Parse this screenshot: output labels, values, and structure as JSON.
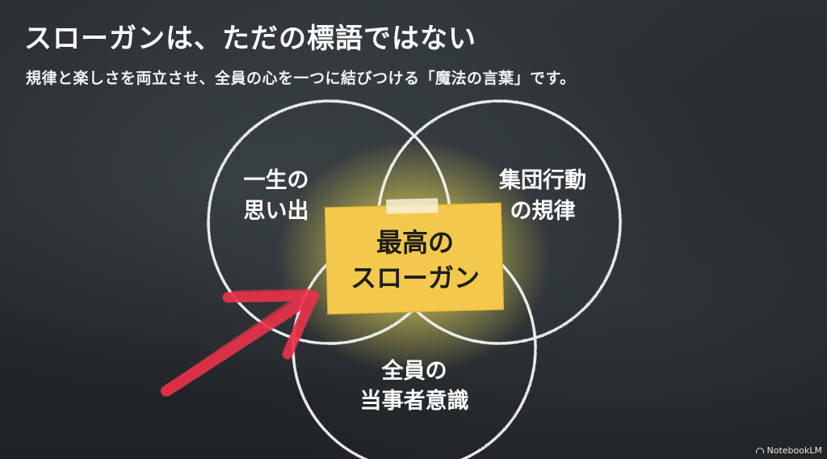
{
  "slide": {
    "title": "スローガンは、ただの標語ではない",
    "subtitle": "規律と楽しさを両立させ、全員の心を一つに結びつける「魔法の言葉」です。"
  },
  "venn": {
    "left": {
      "line1": "一生の",
      "line2": "思い出"
    },
    "right": {
      "line1": "集団行動",
      "line2": "の規律"
    },
    "bottom": {
      "line1": "全員の",
      "line2": "当事者意識"
    },
    "center": {
      "line1": "最高の",
      "line2": "スローガン"
    }
  },
  "colors": {
    "background": "#25292c",
    "chalk": "#ffffff",
    "note": "#f2c94c",
    "glow": "#fff27a",
    "arrow": "#e8324a"
  },
  "icons": {
    "arrow": "red-chalk-arrow-icon",
    "watermark": "notebooklm-logo-icon"
  },
  "watermark": {
    "text": "NotebookLM"
  }
}
